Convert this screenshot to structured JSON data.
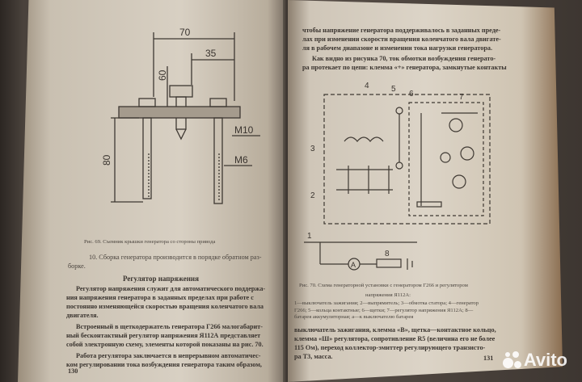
{
  "left_page": {
    "drawing": {
      "dims": [
        "70",
        "35",
        "60",
        "80",
        "M10",
        "M6"
      ]
    },
    "figure_caption": "Рис. 69. Съемник крышки генератора со стороны привода",
    "para_assembly": "10. Сборка генератора производится в порядке обратном раз-",
    "para_assembly_2": "борке.",
    "section_heading": "Регулятор напряжения",
    "body_lines": [
      "Регулятор напряжения служит для автоматического поддержа-",
      "ния напряжения генератора в заданных пределах при работе с",
      "постоянно изменяющейся скоростью вращения коленчатого вала",
      "двигателя.",
      "Встроенный в щеткодержатель генератора Г266 малогабарит-",
      "ный бесконтактный регулятор напряжения Я112А представляет",
      "собой электронную схему, элементы которой показаны на рис. 70.",
      "Работа регулятора заключается в непрерывном автоматичес-",
      "ком регулировании тока возбуждения генератора таким образом,"
    ],
    "page_number": "130"
  },
  "right_page": {
    "top_lines": [
      "чтобы напряжение генератора поддерживалось в заданных преде-",
      "лах при изменении скорости вращения коленчатого вала двигате-",
      "ля в рабочем диапазоне и изменении тока нагрузки генератора.",
      "Как видно из рисунка 70, ток обмотки возбуждения генерато-",
      "ра протекает по цепи: клемма «+» генератора, замкнутые контакты"
    ],
    "diagram_labels": [
      "4",
      "5",
      "6",
      "7",
      "3",
      "2",
      "1",
      "8",
      "A"
    ],
    "figure_caption_1": "Рис. 70. Схема генераторной установки с генератором Г266 и регулятором",
    "figure_caption_2": "напряжения Я112А:",
    "legend_lines": [
      "1—выключатель зажигания; 2—выпрямитель; 3—обмотка статора; 4—генератор",
      "Г266; 5—кольца контактные; 6—щетки; 7—регулятор напряжения Я112А; 8—",
      "батарея аккумуляторная; а—к выключателю батарея"
    ],
    "bottom_lines": [
      "выключатель зажигания, клемма «В», щетка—контактное кольцо,",
      "клемма «Ш» регулятора, сопротивление R5 (величина его не более",
      "115 Ом), переход коллектор-эмиттер регулирующего транзисто-",
      "ра Т3, масса."
    ],
    "page_number": "131"
  },
  "watermark": "Avito"
}
